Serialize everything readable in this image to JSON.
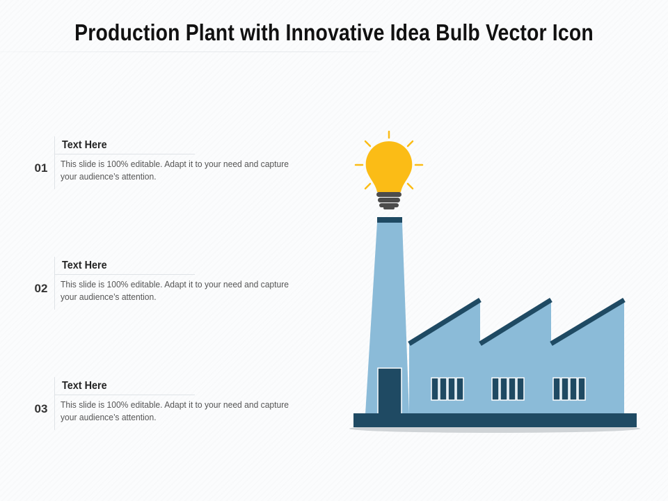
{
  "title": "Production Plant with Innovative Idea Bulb Vector Icon",
  "items": [
    {
      "number": "01",
      "heading": "Text Here",
      "text": "This slide is 100% editable. Adapt it to your need and capture your audience’s attention."
    },
    {
      "number": "02",
      "heading": "Text Here",
      "text": "This slide is 100% editable. Adapt it to your need and capture your audience’s attention."
    },
    {
      "number": "03",
      "heading": "Text Here",
      "text": "This slide is 100% editable. Adapt it to your need and capture your audience’s attention."
    }
  ],
  "icons": [
    "factory-icon",
    "lightbulb-icon"
  ],
  "colors": {
    "factory_fill": "#8bbbd8",
    "factory_dark": "#1f4a63",
    "bulb_yellow": "#fbbc16",
    "bulb_base": "#4c4c4c",
    "shadow": "#cfd3d6"
  }
}
